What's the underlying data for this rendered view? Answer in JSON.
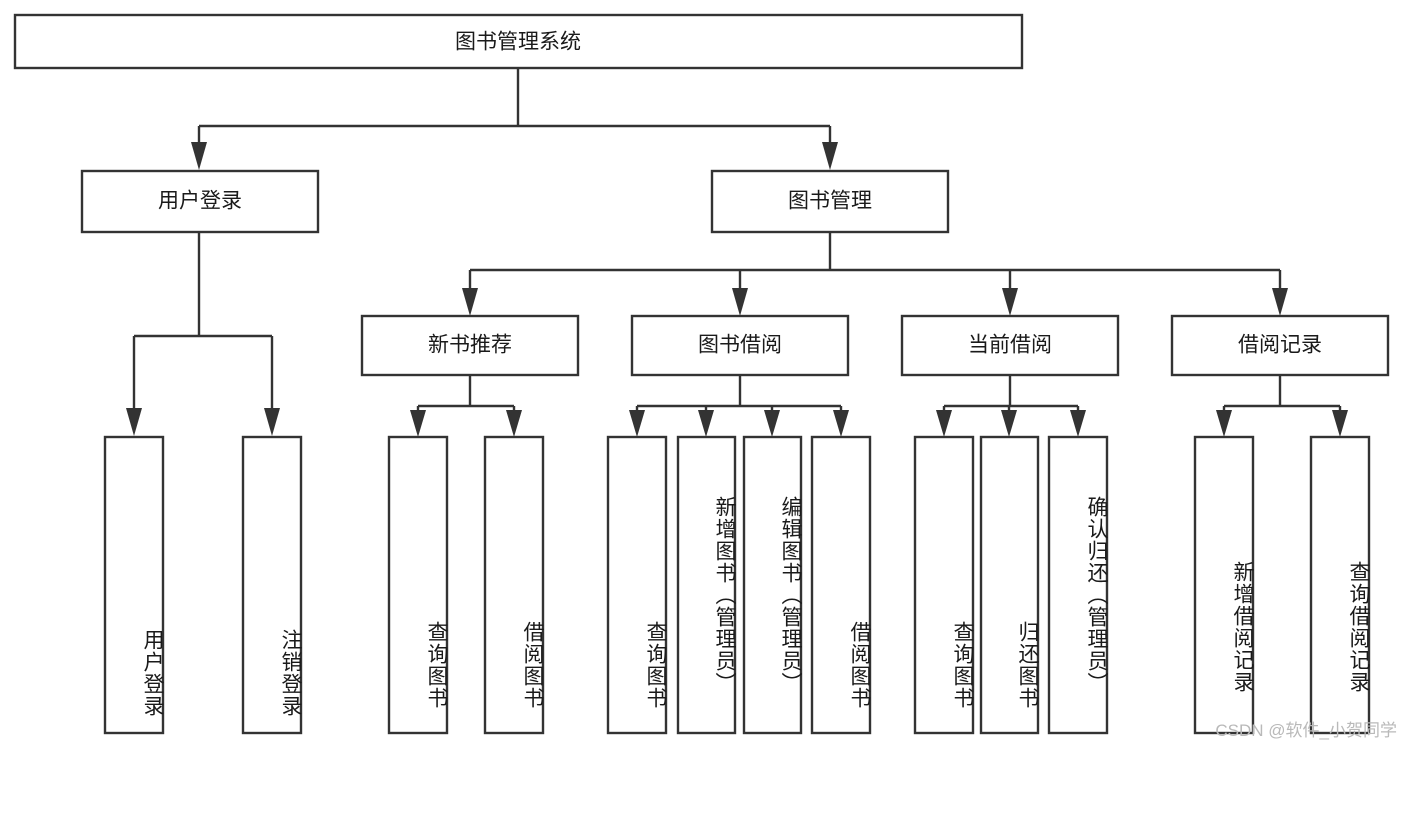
{
  "diagram": {
    "title": "图书管理系统",
    "type": "tree",
    "root": {
      "id": "root",
      "label": "图书管理系统",
      "orientation": "horizontal"
    },
    "level1": [
      {
        "id": "user-login",
        "label": "用户登录",
        "orientation": "horizontal"
      },
      {
        "id": "book-manage",
        "label": "图书管理",
        "orientation": "horizontal"
      }
    ],
    "level2": [
      {
        "id": "new-book-recommend",
        "label": "新书推荐",
        "parent": "book-manage",
        "orientation": "horizontal"
      },
      {
        "id": "book-borrow",
        "label": "图书借阅",
        "parent": "book-manage",
        "orientation": "horizontal"
      },
      {
        "id": "current-borrow",
        "label": "当前借阅",
        "parent": "book-manage",
        "orientation": "horizontal"
      },
      {
        "id": "borrow-record",
        "label": "借阅记录",
        "parent": "book-manage",
        "orientation": "horizontal"
      }
    ],
    "leaves": [
      {
        "id": "leaf-user-login",
        "label": "用户登录",
        "parent": "user-login",
        "orientation": "vertical"
      },
      {
        "id": "leaf-user-logout",
        "label": "注销登录",
        "parent": "user-login",
        "orientation": "vertical"
      },
      {
        "id": "leaf-query-book-1",
        "label": "查询图书",
        "parent": "new-book-recommend",
        "orientation": "vertical"
      },
      {
        "id": "leaf-borrow-book-1",
        "label": "借阅图书",
        "parent": "new-book-recommend",
        "orientation": "vertical"
      },
      {
        "id": "leaf-query-book-2",
        "label": "查询图书",
        "parent": "book-borrow",
        "orientation": "vertical"
      },
      {
        "id": "leaf-add-book",
        "label": "新增图书（管理员）",
        "parent": "book-borrow",
        "orientation": "vertical"
      },
      {
        "id": "leaf-edit-book",
        "label": "编辑图书（管理员）",
        "parent": "book-borrow",
        "orientation": "vertical"
      },
      {
        "id": "leaf-borrow-book-2",
        "label": "借阅图书",
        "parent": "book-borrow",
        "orientation": "vertical"
      },
      {
        "id": "leaf-query-book-3",
        "label": "查询图书",
        "parent": "current-borrow",
        "orientation": "vertical"
      },
      {
        "id": "leaf-return-book",
        "label": "归还图书",
        "parent": "current-borrow",
        "orientation": "vertical"
      },
      {
        "id": "leaf-confirm-return",
        "label": "确认归还（管理员）",
        "parent": "current-borrow",
        "orientation": "vertical"
      },
      {
        "id": "leaf-add-record",
        "label": "新增借阅记录",
        "parent": "borrow-record",
        "orientation": "vertical"
      },
      {
        "id": "leaf-query-record",
        "label": "查询借阅记录",
        "parent": "borrow-record",
        "orientation": "vertical"
      }
    ],
    "colors": {
      "stroke": "#333333",
      "fill": "#ffffff",
      "text": "#1a1a1a",
      "watermark": "#b9b9b9"
    }
  },
  "watermark": {
    "text": "CSDN @软件_小贺同学"
  }
}
